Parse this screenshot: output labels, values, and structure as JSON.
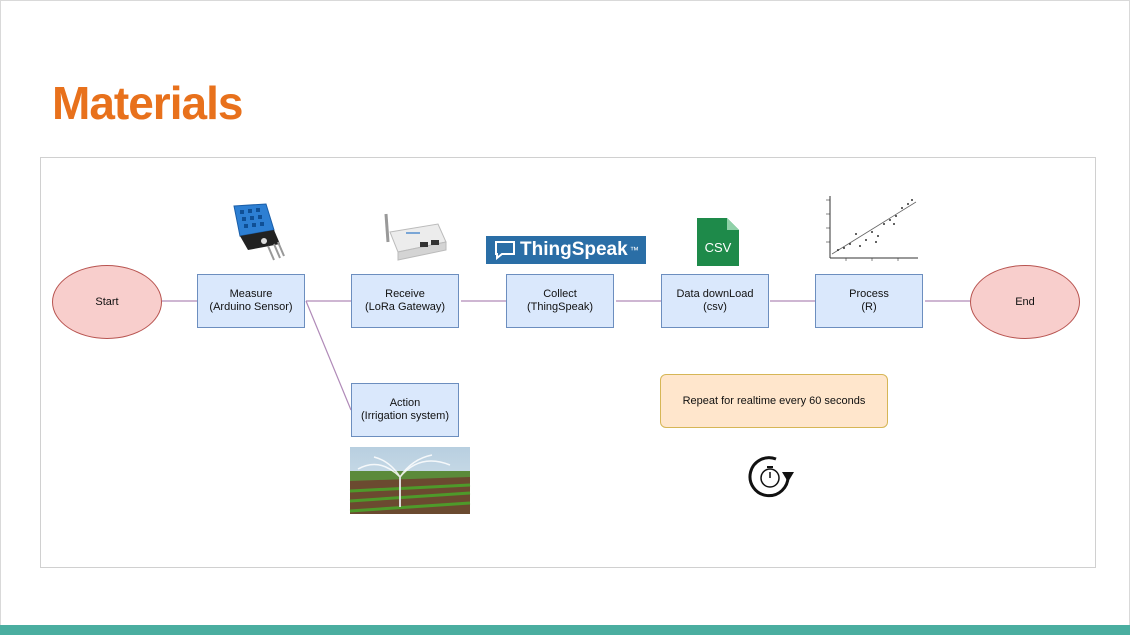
{
  "slide": {
    "title": "Materials"
  },
  "diagram": {
    "start": "Start",
    "end": "End",
    "measure": {
      "line1": "Measure",
      "line2": "(Arduino Sensor)"
    },
    "receive": {
      "line1": "Receive",
      "line2": "(LoRa Gateway)"
    },
    "collect": {
      "line1": "Collect",
      "line2": "(ThingSpeak)"
    },
    "download": {
      "line1": "Data downLoad",
      "line2": "(csv)"
    },
    "process": {
      "line1": "Process",
      "line2": "(R)"
    },
    "action": {
      "line1": "Action",
      "line2": "(Irrigation system)"
    },
    "note": "Repeat for realtime every 60 seconds"
  },
  "logos": {
    "thingspeak": "ThingSpeak",
    "thingspeak_tm": "™",
    "csv": "CSV"
  },
  "icons": [
    "dht-sensor-icon",
    "lora-gateway-icon",
    "thingspeak-logo",
    "csv-file-icon",
    "scatter-plot-icon",
    "irrigation-photo",
    "timer-repeat-icon"
  ],
  "colors": {
    "title": "#e8711c",
    "box_fill": "#dae8fc",
    "ellipse_fill": "#f8cecc",
    "note_fill": "#ffe6cc",
    "connector": "#b08ab8",
    "bottom_bar": "#4aaea0"
  }
}
